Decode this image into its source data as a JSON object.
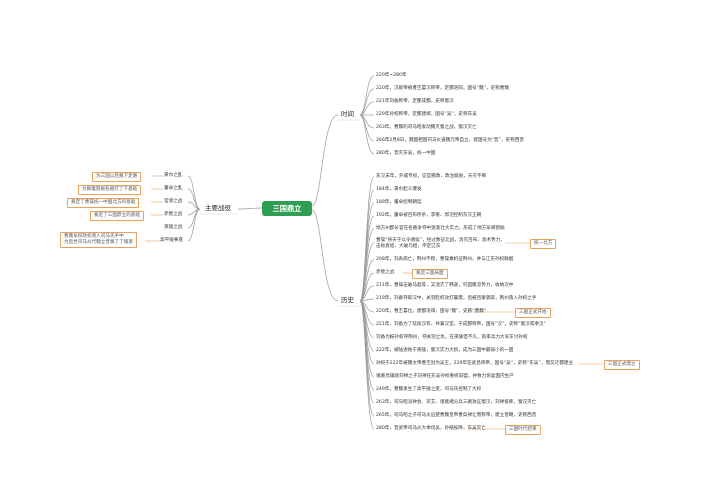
{
  "root": {
    "label": "三国鼎立"
  },
  "branches": {
    "time": "时间",
    "history": "历史",
    "battles": "主要战役"
  },
  "time_items": [
    "220年~280年",
    "220年，汉献帝被曹丕篡汉称帝，定都洛阳，国号“魏”，史称曹魏",
    "221年刘备称帝，定都成都，史称蜀汉",
    "229年孙权称帝，定都建邺，国号“吴”，史称东吴",
    "263年，曹魏的司马昭发动魏灭蜀之战，蜀汉灭亡",
    "266年2月8日，魏国相国司马炎逼魏元帝自立，建国号为“晋”，史称西晋",
    "280年，晋灭东吴，统一中国"
  ],
  "history_items": [
    "东汉末年，外戚专权，宦官擅政，政治腐败，天灾不断",
    "184年，黄巾起义爆发",
    "189年，董卓控制朝廷",
    "192年，董卓被吕布所杀，李傕、郭汜控制东汉王朝",
    "地方州郡长官在各路争夺中逐渐壮大实力，形成了地方军阀割据",
    "曹操“挟天子以令诸侯”，经过数征北战，消灭吕布、袁术势力，\n击败袁绍、大破乌桓，平定辽东",
    "208年，刘表病亡，荆州不稳，曹操乘机征荆州，并与江东孙权联姻",
    "赤壁之战",
    "211年，曹操击破马超等，又消灭了韩遂，巩固雍凉势力，收纳汉中",
    "219年，刘备夺取汉中，关羽趁机攻打襄樊，后被吕蒙袭取，荆州落入孙权之手",
    "220年，曹丕篡位，建都洛阳，国号“魏”，史称“曹魏”",
    "221年，刘备为了延续汉祚，共兼汉室，于成都称帝，国号“汉”，史称“蜀汉或季汉”",
    "刘备为报孙权夺荆州，夺关羽之仇，在夷陵但不久，就率兵力大军东讨孙权",
    "222年，被陆逊败于夷陵，蜀汉实力大损，成为三国中最弱小的一国",
    "孙权于222年被魏文帝曹丕封为吴王，229年在武昌称帝，国号“吴”，史称“东吴”，而又迁都建业",
    "诸葛亮辅助刘禅之子刘禅在东吴孙权重修旧盟，并致力恢复国内生产",
    "249年，曹魏发生了高平陵之变，司马氏控制了大权",
    "263年，司马昭派钟会、邓艾、诸葛绪分兵三路攻征蜀汉，刘禅投降，蜀汉灭亡",
    "265年，司马昭之子司马炎迫使曹魏皇帝曹奂禅让而称帝，建立晋朝，史称西晋",
    "280年，晋武帝司马炎大举伐吴，孙皓投降，东吴灭亡"
  ],
  "history_notes": [
    "统一北方",
    "奠定三国局面",
    "三国正式开始",
    "三国正式鼎立",
    "三国时代结束"
  ],
  "battle_items": [
    "黄巾之乱",
    "董卓之乱",
    "官渡之战",
    "赤壁之战",
    "夷陵之战",
    "高平陵事变"
  ],
  "battle_notes": [
    "为三国以后奠下走路",
    "为群雄割据各路打了下基础",
    "奠定了曹操统一中国北方的基础",
    "奠定了三国鼎立的基础",
    "曹魏军权政权落入司马氏手中\n为后世司马炎代魏立晋奠了了铺基"
  ]
}
